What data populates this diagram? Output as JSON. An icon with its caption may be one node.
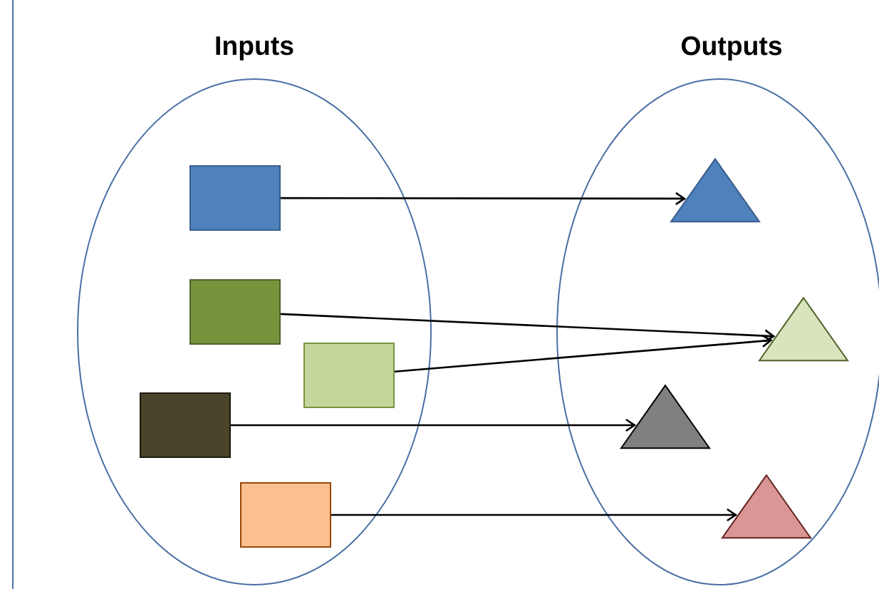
{
  "diagram": {
    "nodes": [
      {
        "text": [
          "Inputs"
        ]
      },
      {
        "text": [],
        "shape": "box",
        "in": 0
      },
      {
        "text": [],
        "shape": "box",
        "in": 0
      },
      {
        "text": [],
        "shape": "box",
        "in": 0
      },
      {
        "text": [],
        "shape": "box",
        "in": 0
      },
      {
        "text": [],
        "shape": "box",
        "in": 0
      },
      {
        "text": [
          "Outputs"
        ]
      },
      {
        "text": [],
        "shape": "triangle",
        "in": 6
      },
      {
        "text": [],
        "shape": "triangle",
        "in": 6
      },
      {
        "text": [],
        "shape": "triangle",
        "in": 6
      },
      {
        "text": [],
        "shape": "triangle",
        "in": 6
      }
    ],
    "edges": [
      {
        "from": 1,
        "to": 7,
        "arrow": "to"
      },
      {
        "from": 2,
        "to": 8,
        "arrow": "to"
      },
      {
        "from": 3,
        "to": 8,
        "arrow": "to"
      },
      {
        "from": 4,
        "to": 9,
        "arrow": "to"
      },
      {
        "from": 5,
        "to": 10,
        "arrow": "to"
      }
    ]
  }
}
